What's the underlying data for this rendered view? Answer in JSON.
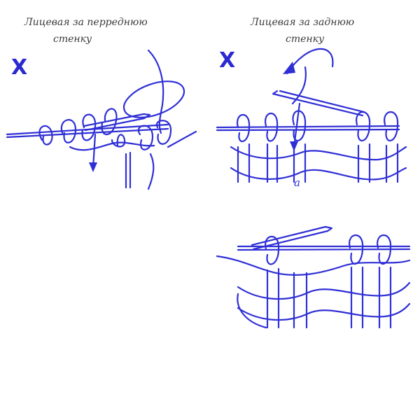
{
  "colors": {
    "ink": "#2f2fd6",
    "symbol": "#2a2ad0",
    "caption": "#3a3a3a",
    "wrapping": "#ffffff"
  },
  "left_panel": {
    "caption_line1": "Лицевая за перреднюю",
    "caption_line2": "стенку",
    "symbol": "X"
  },
  "right_panel": {
    "caption_line1": "Лицевая за заднюю",
    "caption_line2": "стенку",
    "symbol": "X",
    "figure_letter": "a"
  }
}
